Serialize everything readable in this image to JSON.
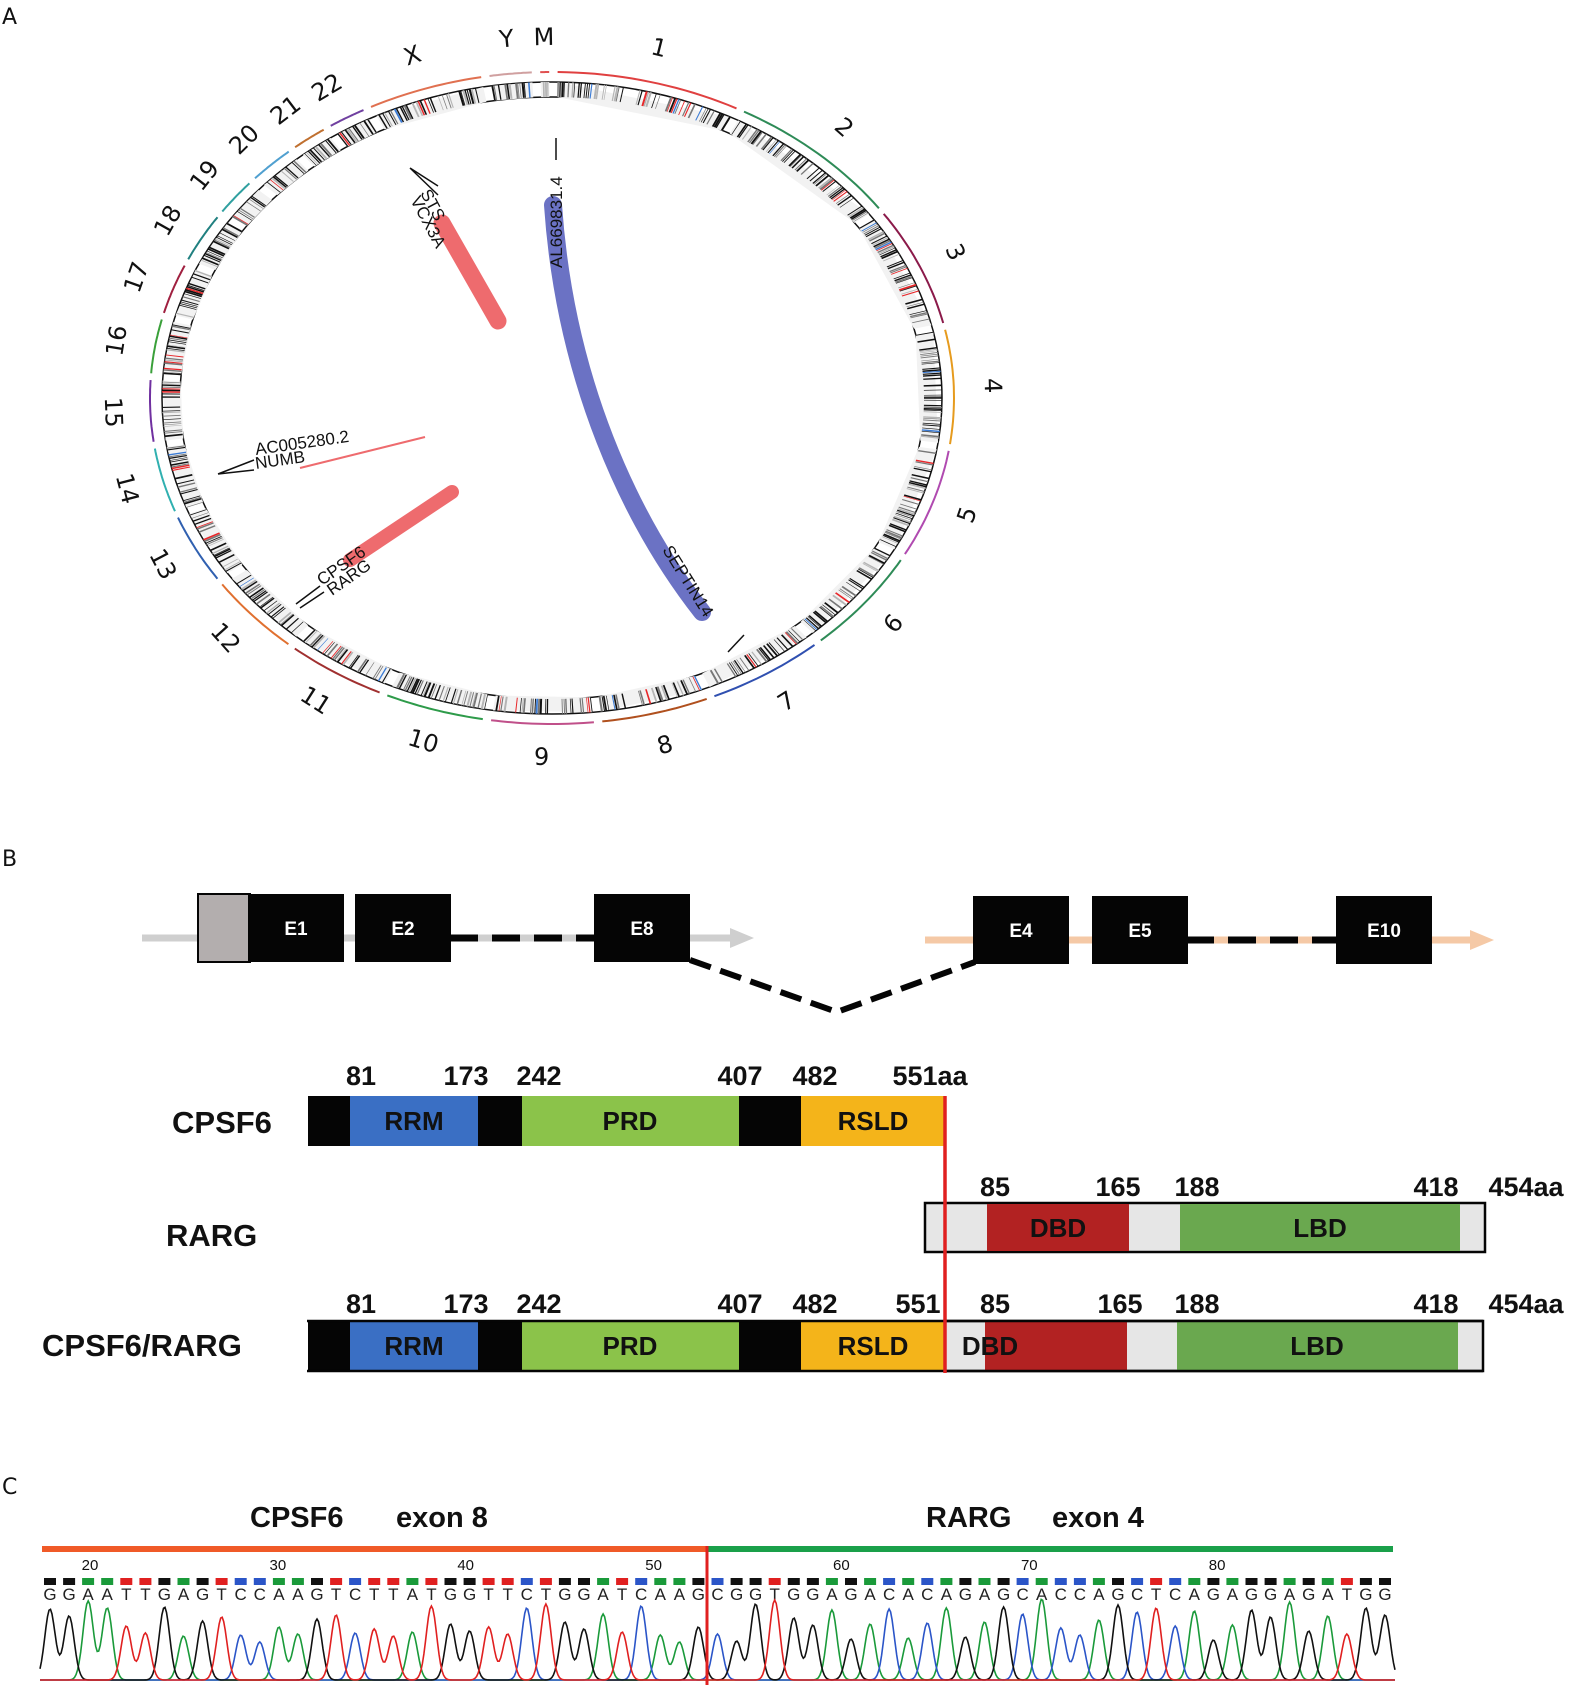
{
  "panels": {
    "a": "A",
    "b": "B",
    "c": "C"
  },
  "colors": {
    "ideogram_dark": "#111111",
    "ideogram_light": "#f2f2f2",
    "highlight_red": "#e8272a",
    "highlight_blue": "#3a7bd5",
    "link_red": "#ee6b6e",
    "link_blue": "#6b72c4",
    "exon_black": "#050505",
    "utr_grey": "#b3aeae",
    "cpsf6_axis": "#cfcfcf",
    "rarg_axis": "#f5c9a6",
    "rrm": "#3a6fc4",
    "prd": "#8bc34a",
    "rsld": "#f4b41a",
    "dbd": "#b22222",
    "lbd": "#6aa84f",
    "rarg_bg": "#e6e6e6",
    "junction": "#e02020",
    "cpsf6_bar": "#f05a28",
    "rarg_bar": "#1aa04a",
    "base_A": "#1a9a3a",
    "base_C": "#2b55c8",
    "base_G": "#111111",
    "base_T": "#e02020"
  },
  "circos": {
    "chromosomes": [
      "1",
      "2",
      "3",
      "4",
      "5",
      "6",
      "7",
      "8",
      "9",
      "10",
      "11",
      "12",
      "13",
      "14",
      "15",
      "16",
      "17",
      "18",
      "19",
      "20",
      "21",
      "22",
      "X",
      "Y",
      "M"
    ],
    "ring_colors": [
      "#e04040",
      "#2e8b57",
      "#8b1a4a",
      "#e69b1e",
      "#b04ab0",
      "#2e8b57",
      "#3050b0",
      "#b0501e",
      "#c0508a",
      "#2e9b4a",
      "#a03030",
      "#e07030",
      "#3060b0",
      "#30b0b0",
      "#7030a0",
      "#3aa03a",
      "#a02040",
      "#208080",
      "#30a0a0",
      "#50a0d0",
      "#c07030",
      "#7040a0",
      "#e07050",
      "#d0a0a0",
      "#e05050"
    ],
    "gene_labels": [
      "STS",
      "VCX3A",
      "AL669831.4",
      "AC005280.2",
      "NUMB",
      "CPSF6",
      "RARG",
      "SEPTIN14"
    ]
  },
  "gene_structure": {
    "cpsf6_exons": [
      "E1",
      "E2",
      "E8"
    ],
    "rarg_exons": [
      "E4",
      "E5",
      "E10"
    ]
  },
  "proteins": {
    "cpsf6": {
      "name": "CPSF6",
      "positions": [
        "81",
        "173",
        "242",
        "407",
        "482",
        "551aa"
      ],
      "domains": [
        "RRM",
        "PRD",
        "RSLD"
      ]
    },
    "rarg": {
      "name": "RARG",
      "positions": [
        "85",
        "165",
        "188",
        "418",
        "454aa"
      ],
      "domains": [
        "DBD",
        "LBD"
      ]
    },
    "fusion": {
      "name": "CPSF6/RARG",
      "positions": [
        "81",
        "173",
        "242",
        "407",
        "482",
        "551",
        "85",
        "165",
        "188",
        "418",
        "454aa"
      ],
      "domains": [
        "RRM",
        "PRD",
        "RSLD",
        "DBD",
        "LBD"
      ]
    }
  },
  "sequencing": {
    "left_gene": "CPSF6",
    "left_exon": "exon 8",
    "right_gene": "RARG",
    "right_exon": "exon 4",
    "positions": [
      "20",
      "30",
      "40",
      "50",
      "60",
      "70",
      "80"
    ],
    "sequence": "GGAATTGAGTCCAAGTCTTATGGTTCTGGATCAAGCGGTGGAGACACAGAGCACCAGCTCAGAGGAGATGG"
  }
}
